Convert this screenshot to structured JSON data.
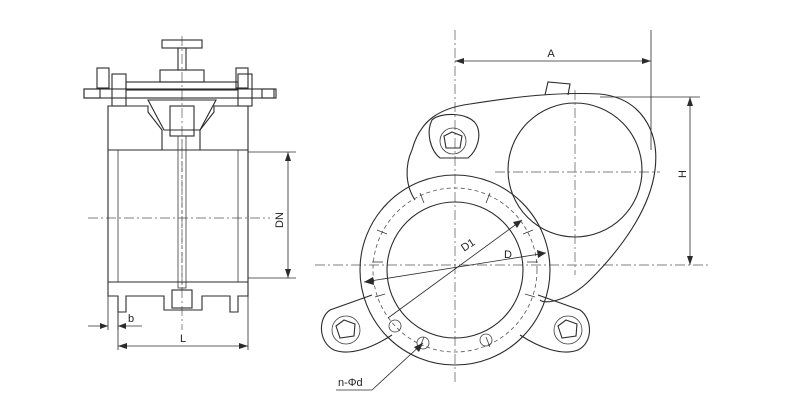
{
  "labels": {
    "A": "A",
    "H": "H",
    "DN": "DN",
    "D1": "D1",
    "D": "D",
    "b": "b",
    "L": "L",
    "nd": "n-Φd"
  }
}
